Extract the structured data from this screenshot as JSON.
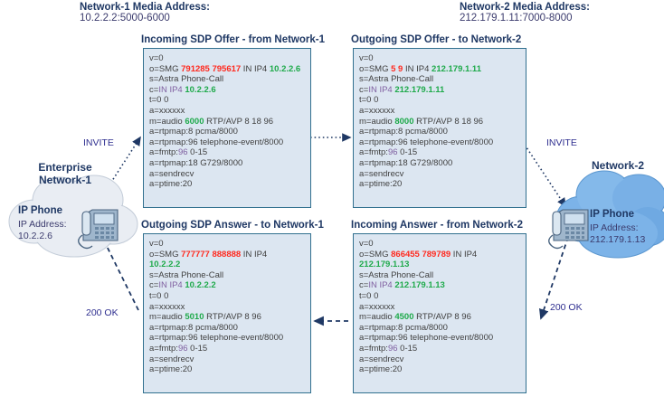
{
  "diagram": {
    "title": "SIP SDP Offer/Answer media address translation between Network-1 and Network-2",
    "background": "#ffffff",
    "accent_box_fill": "#dce6f1",
    "accent_box_border": "#31708f",
    "heading_color": "#1f3864",
    "highlight_red": "#ff2a1f",
    "highlight_green": "#1faa4b"
  },
  "headers": {
    "left": {
      "line1": "Network-1 Media Address:",
      "line2": "10.2.2.2:5000-6000"
    },
    "right": {
      "line1": "Network-2 Media Address:",
      "line2": "212.179.1.11:7000-8000"
    }
  },
  "clouds": {
    "left": {
      "label_line1": "Enterprise",
      "label_line2": "Network-1",
      "phone_title": "IP Phone",
      "addr_label": "IP Address:",
      "addr_value": "10.2.2.6",
      "icon": "ip-phone-icon"
    },
    "right": {
      "label_line1": "Network-2",
      "label_line2": "",
      "phone_title": "IP Phone",
      "addr_label": "IP Address:",
      "addr_value": "212.179.1.13",
      "icon": "ip-phone-icon"
    }
  },
  "signals": {
    "invite_left": "INVITE",
    "invite_right": "INVITE",
    "ok_left": "200 OK",
    "ok_right": "200 OK"
  },
  "boxes": [
    {
      "id": "incoming-offer-network1",
      "title": "Incoming  SDP Offer - from Network-1",
      "lines": [
        [
          {
            "t": "v=0",
            "c": "plain"
          }
        ],
        [
          {
            "t": "o=SMG ",
            "c": "plain"
          },
          {
            "t": "791285 795617",
            "c": "red"
          },
          {
            "t": " IN IP4 ",
            "c": "plain"
          },
          {
            "t": "10.2.2.6",
            "c": "green"
          }
        ],
        [
          {
            "t": "s=Astra Phone-Call",
            "c": "plain"
          }
        ],
        [
          {
            "t": "c=",
            "c": "plain"
          },
          {
            "t": "IN IP4 ",
            "c": "k"
          },
          {
            "t": "10.2.2.6",
            "c": "green"
          }
        ],
        [
          {
            "t": "t=0 0",
            "c": "plain"
          }
        ],
        [
          {
            "t": "a=xxxxxx",
            "c": "plain"
          }
        ],
        [
          {
            "t": "m=audio ",
            "c": "plain"
          },
          {
            "t": "6000",
            "c": "green"
          },
          {
            "t": " RTP/AVP 8 18 96",
            "c": "plain"
          }
        ],
        [
          {
            "t": "a=rtpmap:8 pcma/8000",
            "c": "plain"
          }
        ],
        [
          {
            "t": "a=rtpmap:96 telephone-event/8000",
            "c": "plain"
          }
        ],
        [
          {
            "t": "a=fmtp:",
            "c": "plain"
          },
          {
            "t": "96",
            "c": "k"
          },
          {
            "t": " 0-15",
            "c": "plain"
          }
        ],
        [
          {
            "t": "a=rtpmap:18 G729/8000",
            "c": "plain"
          }
        ],
        [
          {
            "t": "a=sendrecv",
            "c": "plain"
          }
        ],
        [
          {
            "t": "a=ptime:20",
            "c": "plain"
          }
        ]
      ]
    },
    {
      "id": "outgoing-offer-network2",
      "title": "Outgoing  SDP Offer - to Network-2",
      "lines": [
        [
          {
            "t": "v=0",
            "c": "plain"
          }
        ],
        [
          {
            "t": "o=SMG ",
            "c": "plain"
          },
          {
            "t": "5  9",
            "c": "red"
          },
          {
            "t": "  IN IP4 ",
            "c": "plain"
          },
          {
            "t": "212.179.1.11",
            "c": "green"
          }
        ],
        [
          {
            "t": "s=Astra Phone-Call",
            "c": "plain"
          }
        ],
        [
          {
            "t": "c=",
            "c": "plain"
          },
          {
            "t": "IN IP4 ",
            "c": "k"
          },
          {
            "t": "212.179.1.11",
            "c": "green"
          }
        ],
        [
          {
            "t": "t=0 0",
            "c": "plain"
          }
        ],
        [
          {
            "t": "a=xxxxxx",
            "c": "plain"
          }
        ],
        [
          {
            "t": "m=audio ",
            "c": "plain"
          },
          {
            "t": "8000",
            "c": "green"
          },
          {
            "t": " RTP/AVP 8 18 96",
            "c": "plain"
          }
        ],
        [
          {
            "t": "a=rtpmap:8 pcma/8000",
            "c": "plain"
          }
        ],
        [
          {
            "t": "a=rtpmap:96 telephone-event/8000",
            "c": "plain"
          }
        ],
        [
          {
            "t": "a=fmtp:",
            "c": "plain"
          },
          {
            "t": "96",
            "c": "k"
          },
          {
            "t": " 0-15",
            "c": "plain"
          }
        ],
        [
          {
            "t": "a=rtpmap:18 G729/8000",
            "c": "plain"
          }
        ],
        [
          {
            "t": "a=sendrecv",
            "c": "plain"
          }
        ],
        [
          {
            "t": "a=ptime:20",
            "c": "plain"
          }
        ]
      ]
    },
    {
      "id": "outgoing-answer-network1",
      "title": "Outgoing  SDP Answer - to Network-1",
      "lines": [
        [
          {
            "t": "v=0",
            "c": "plain"
          }
        ],
        [
          {
            "t": "o=SMG ",
            "c": "plain"
          },
          {
            "t": "777777 888888",
            "c": "red"
          },
          {
            "t": " IN IP4",
            "c": "plain"
          }
        ],
        [
          {
            "t": "10.2.2.2",
            "c": "green"
          }
        ],
        [
          {
            "t": "s=Astra Phone-Call",
            "c": "plain"
          }
        ],
        [
          {
            "t": "c=",
            "c": "plain"
          },
          {
            "t": "IN IP4 ",
            "c": "k"
          },
          {
            "t": "10.2.2.2",
            "c": "green"
          }
        ],
        [
          {
            "t": "t=0 0",
            "c": "plain"
          }
        ],
        [
          {
            "t": "a=xxxxxx",
            "c": "plain"
          }
        ],
        [
          {
            "t": "m=audio ",
            "c": "plain"
          },
          {
            "t": "5010",
            "c": "green"
          },
          {
            "t": " RTP/AVP 8 96",
            "c": "plain"
          }
        ],
        [
          {
            "t": "a=rtpmap:8 pcma/8000",
            "c": "plain"
          }
        ],
        [
          {
            "t": "a=rtpmap:96 telephone-event/8000",
            "c": "plain"
          }
        ],
        [
          {
            "t": "a=fmtp:",
            "c": "plain"
          },
          {
            "t": "96",
            "c": "k"
          },
          {
            "t": " 0-15",
            "c": "plain"
          }
        ],
        [
          {
            "t": "a=sendrecv",
            "c": "plain"
          }
        ],
        [
          {
            "t": "a=ptime:20",
            "c": "plain"
          }
        ]
      ]
    },
    {
      "id": "incoming-answer-network2",
      "title": "Incoming  Answer - from Network-2",
      "lines": [
        [
          {
            "t": "v=0",
            "c": "plain"
          }
        ],
        [
          {
            "t": "o=SMG ",
            "c": "plain"
          },
          {
            "t": "866455 789789",
            "c": "red"
          },
          {
            "t": "  IN IP4",
            "c": "plain"
          }
        ],
        [
          {
            "t": "212.179.1.13",
            "c": "green"
          }
        ],
        [
          {
            "t": "s=Astra Phone-Call",
            "c": "plain"
          }
        ],
        [
          {
            "t": "c=",
            "c": "plain"
          },
          {
            "t": "IN IP4 ",
            "c": "k"
          },
          {
            "t": "212.179.1.13",
            "c": "green"
          }
        ],
        [
          {
            "t": "t=0 0",
            "c": "plain"
          }
        ],
        [
          {
            "t": "a=xxxxxx",
            "c": "plain"
          }
        ],
        [
          {
            "t": "m=audio ",
            "c": "plain"
          },
          {
            "t": "4500",
            "c": "green"
          },
          {
            "t": " RTP/AVP 8 96",
            "c": "plain"
          }
        ],
        [
          {
            "t": "a=rtpmap:8 pcma/8000",
            "c": "plain"
          }
        ],
        [
          {
            "t": "a=rtpmap:96 telephone-event/8000",
            "c": "plain"
          }
        ],
        [
          {
            "t": "a=fmtp:",
            "c": "plain"
          },
          {
            "t": "96",
            "c": "k"
          },
          {
            "t": " 0-15",
            "c": "plain"
          }
        ],
        [
          {
            "t": "a=sendrecv",
            "c": "plain"
          }
        ],
        [
          {
            "t": "a=ptime:20",
            "c": "plain"
          }
        ]
      ]
    }
  ]
}
